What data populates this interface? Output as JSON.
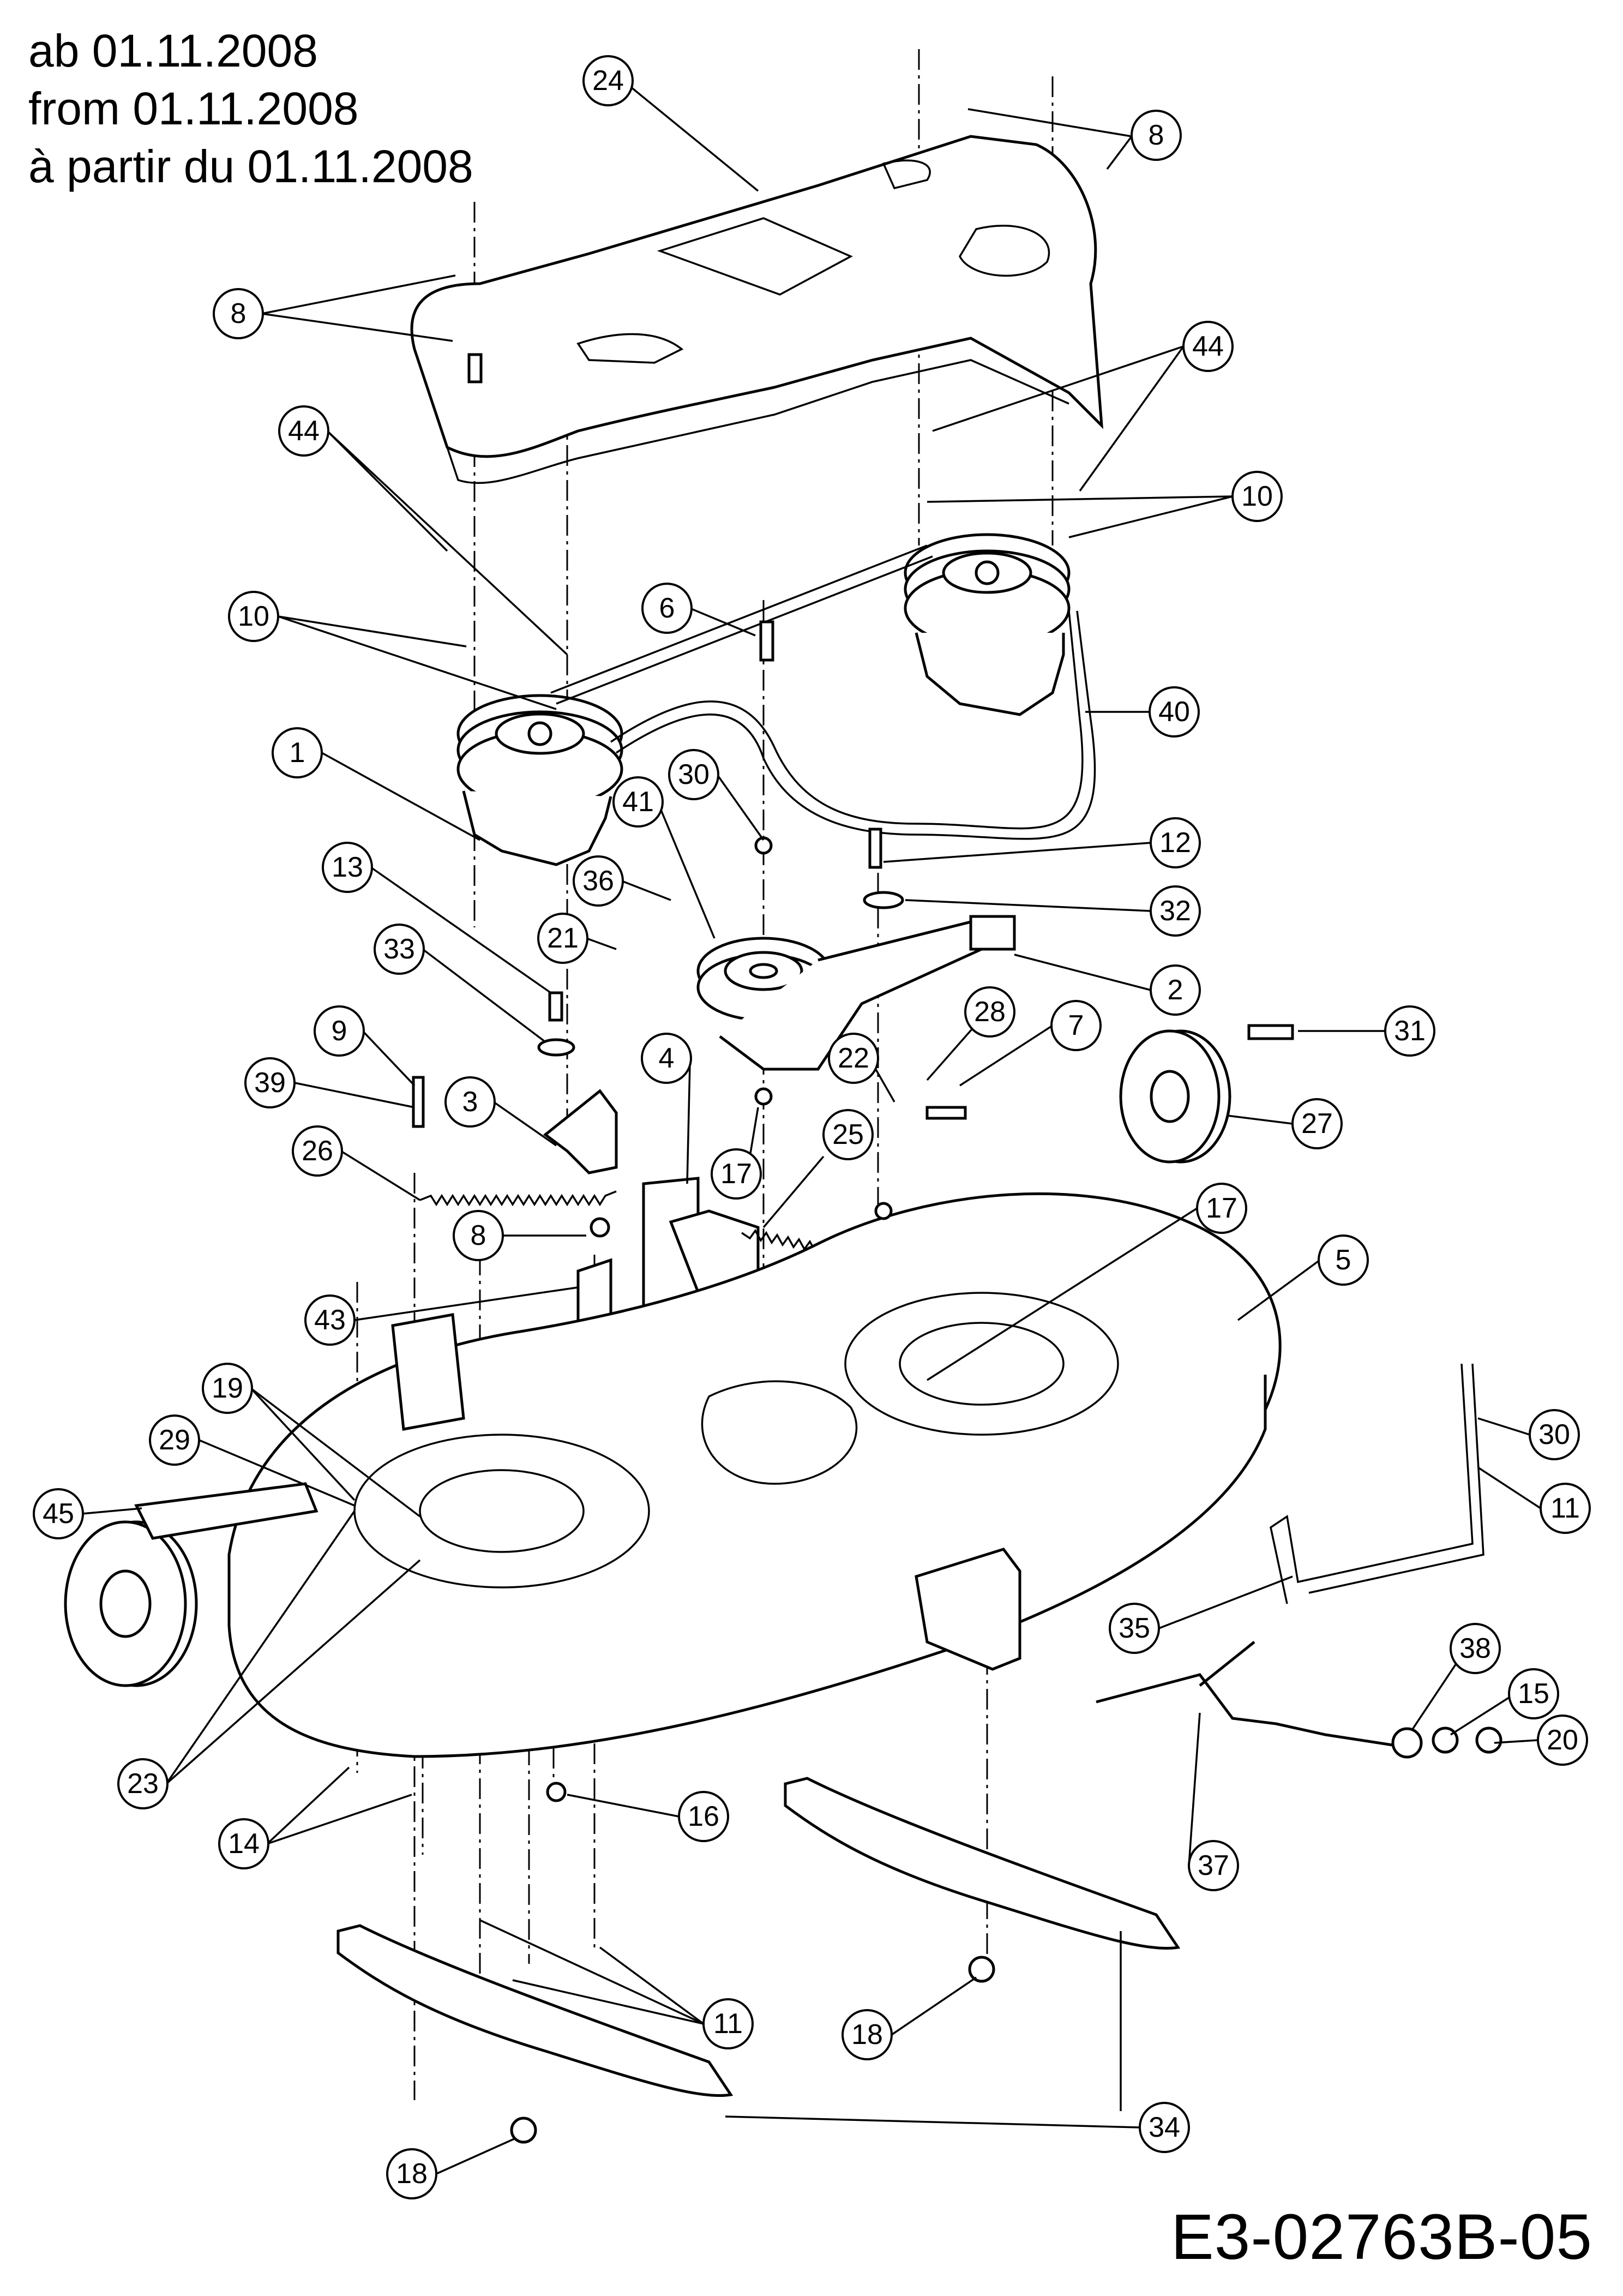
{
  "header": {
    "line_de": "ab 01.11.2008",
    "line_en": "from 01.11.2008",
    "line_fr": "à partir du 01.11.2008"
  },
  "drawing_code": "E3-02763B-05",
  "callouts": [
    {
      "label": "24"
    },
    {
      "label": "8"
    },
    {
      "label": "8"
    },
    {
      "label": "44"
    },
    {
      "label": "44"
    },
    {
      "label": "10"
    },
    {
      "label": "10"
    },
    {
      "label": "6"
    },
    {
      "label": "40"
    },
    {
      "label": "1"
    },
    {
      "label": "30"
    },
    {
      "label": "41"
    },
    {
      "label": "12"
    },
    {
      "label": "13"
    },
    {
      "label": "36"
    },
    {
      "label": "32"
    },
    {
      "label": "33"
    },
    {
      "label": "21"
    },
    {
      "label": "2"
    },
    {
      "label": "9"
    },
    {
      "label": "28"
    },
    {
      "label": "7"
    },
    {
      "label": "31"
    },
    {
      "label": "39"
    },
    {
      "label": "3"
    },
    {
      "label": "4"
    },
    {
      "label": "22"
    },
    {
      "label": "25"
    },
    {
      "label": "27"
    },
    {
      "label": "26"
    },
    {
      "label": "17"
    },
    {
      "label": "17"
    },
    {
      "label": "8"
    },
    {
      "label": "5"
    },
    {
      "label": "43"
    },
    {
      "label": "19"
    },
    {
      "label": "30"
    },
    {
      "label": "29"
    },
    {
      "label": "11"
    },
    {
      "label": "45"
    },
    {
      "label": "35"
    },
    {
      "label": "38"
    },
    {
      "label": "15"
    },
    {
      "label": "20"
    },
    {
      "label": "23"
    },
    {
      "label": "16"
    },
    {
      "label": "14"
    },
    {
      "label": "37"
    },
    {
      "label": "11"
    },
    {
      "label": "18"
    },
    {
      "label": "34"
    },
    {
      "label": "18"
    }
  ]
}
